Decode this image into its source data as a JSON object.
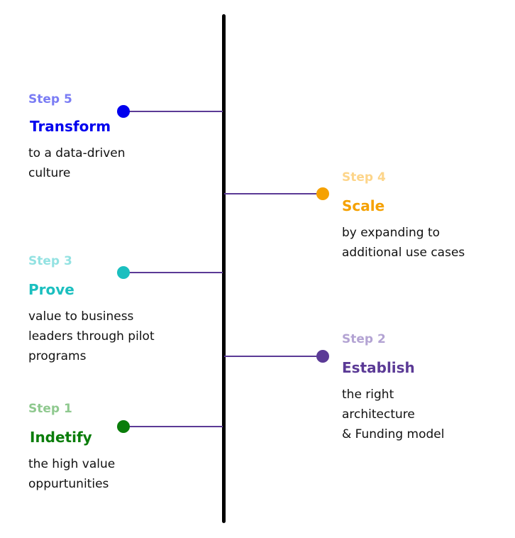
{
  "steps": [
    {
      "id": 5,
      "label": "Step 5",
      "title": "Transform",
      "desc": [
        "to a data-driven",
        "culture"
      ],
      "side": "left",
      "color": "#0000ee",
      "label_color": "#7a7cf4"
    },
    {
      "id": 4,
      "label": "Step 4",
      "title": "Scale",
      "desc": [
        "by expanding to",
        "additional use cases"
      ],
      "side": "right",
      "color": "#f5a100",
      "label_color": "#fdd58a"
    },
    {
      "id": 3,
      "label": "Step 3",
      "title": "Prove",
      "desc": [
        "value to business",
        "leaders through pilot",
        "programs"
      ],
      "side": "left",
      "color": "#1bbfbf",
      "label_color": "#93e2e2"
    },
    {
      "id": 2,
      "label": "Step 2",
      "title": "Establish",
      "desc": [
        "the right",
        "architecture",
        "& Funding model"
      ],
      "side": "right",
      "color": "#5b3a96",
      "label_color": "#b3a3d3"
    },
    {
      "id": 1,
      "label": "Step 1",
      "title": "Indetify",
      "desc": [
        "the high value",
        "oppurtunities"
      ],
      "side": "left",
      "color": "#0a7d0a",
      "label_color": "#8fc98f"
    }
  ],
  "connector_color": "#5b3a96"
}
